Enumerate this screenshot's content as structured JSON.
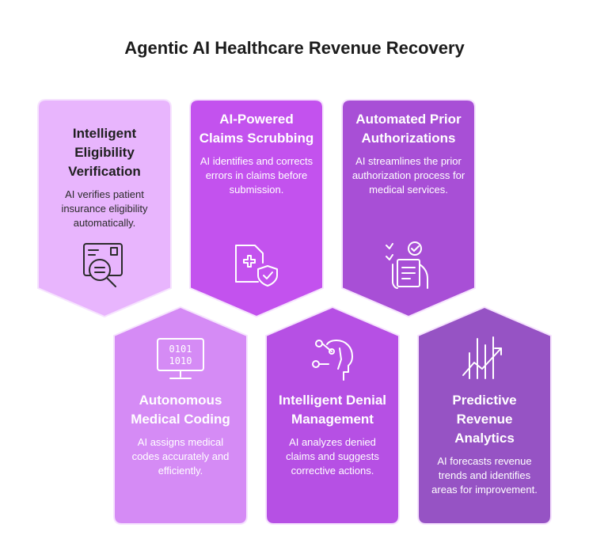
{
  "title": "Agentic AI Healthcare Revenue Recovery",
  "colors": {
    "card1": "#e8b5fd",
    "card2": "#c352ee",
    "card3": "#a84fd6",
    "card4": "#d58bf5",
    "card5": "#b650e4",
    "card6": "#9653c4",
    "border": "#f6e3fe"
  },
  "cards": [
    {
      "title": "Intelligent Eligibility Verification",
      "desc": "AI verifies patient insurance eligibility automatically.",
      "icon": "id-card-search-icon"
    },
    {
      "title": "AI-Powered Claims Scrubbing",
      "desc": "AI identifies and corrects errors in claims before submission.",
      "icon": "medical-document-shield-icon"
    },
    {
      "title": "Automated Prior Authorizations",
      "desc": "AI streamlines the prior authorization process for medical services.",
      "icon": "checklist-hand-icon"
    },
    {
      "title": "Autonomous Medical Coding",
      "desc": "AI assigns medical codes accurately and efficiently.",
      "icon": "binary-code-monitor-icon",
      "code_line1": "0101",
      "code_line2": "1010"
    },
    {
      "title": "Intelligent Denial Management",
      "desc": "AI analyzes denied claims and suggests corrective actions.",
      "icon": "ai-head-circuit-icon"
    },
    {
      "title": "Predictive Revenue Analytics",
      "desc": "AI forecasts revenue trends and identifies areas for improvement.",
      "icon": "trend-chart-arrow-icon"
    }
  ]
}
